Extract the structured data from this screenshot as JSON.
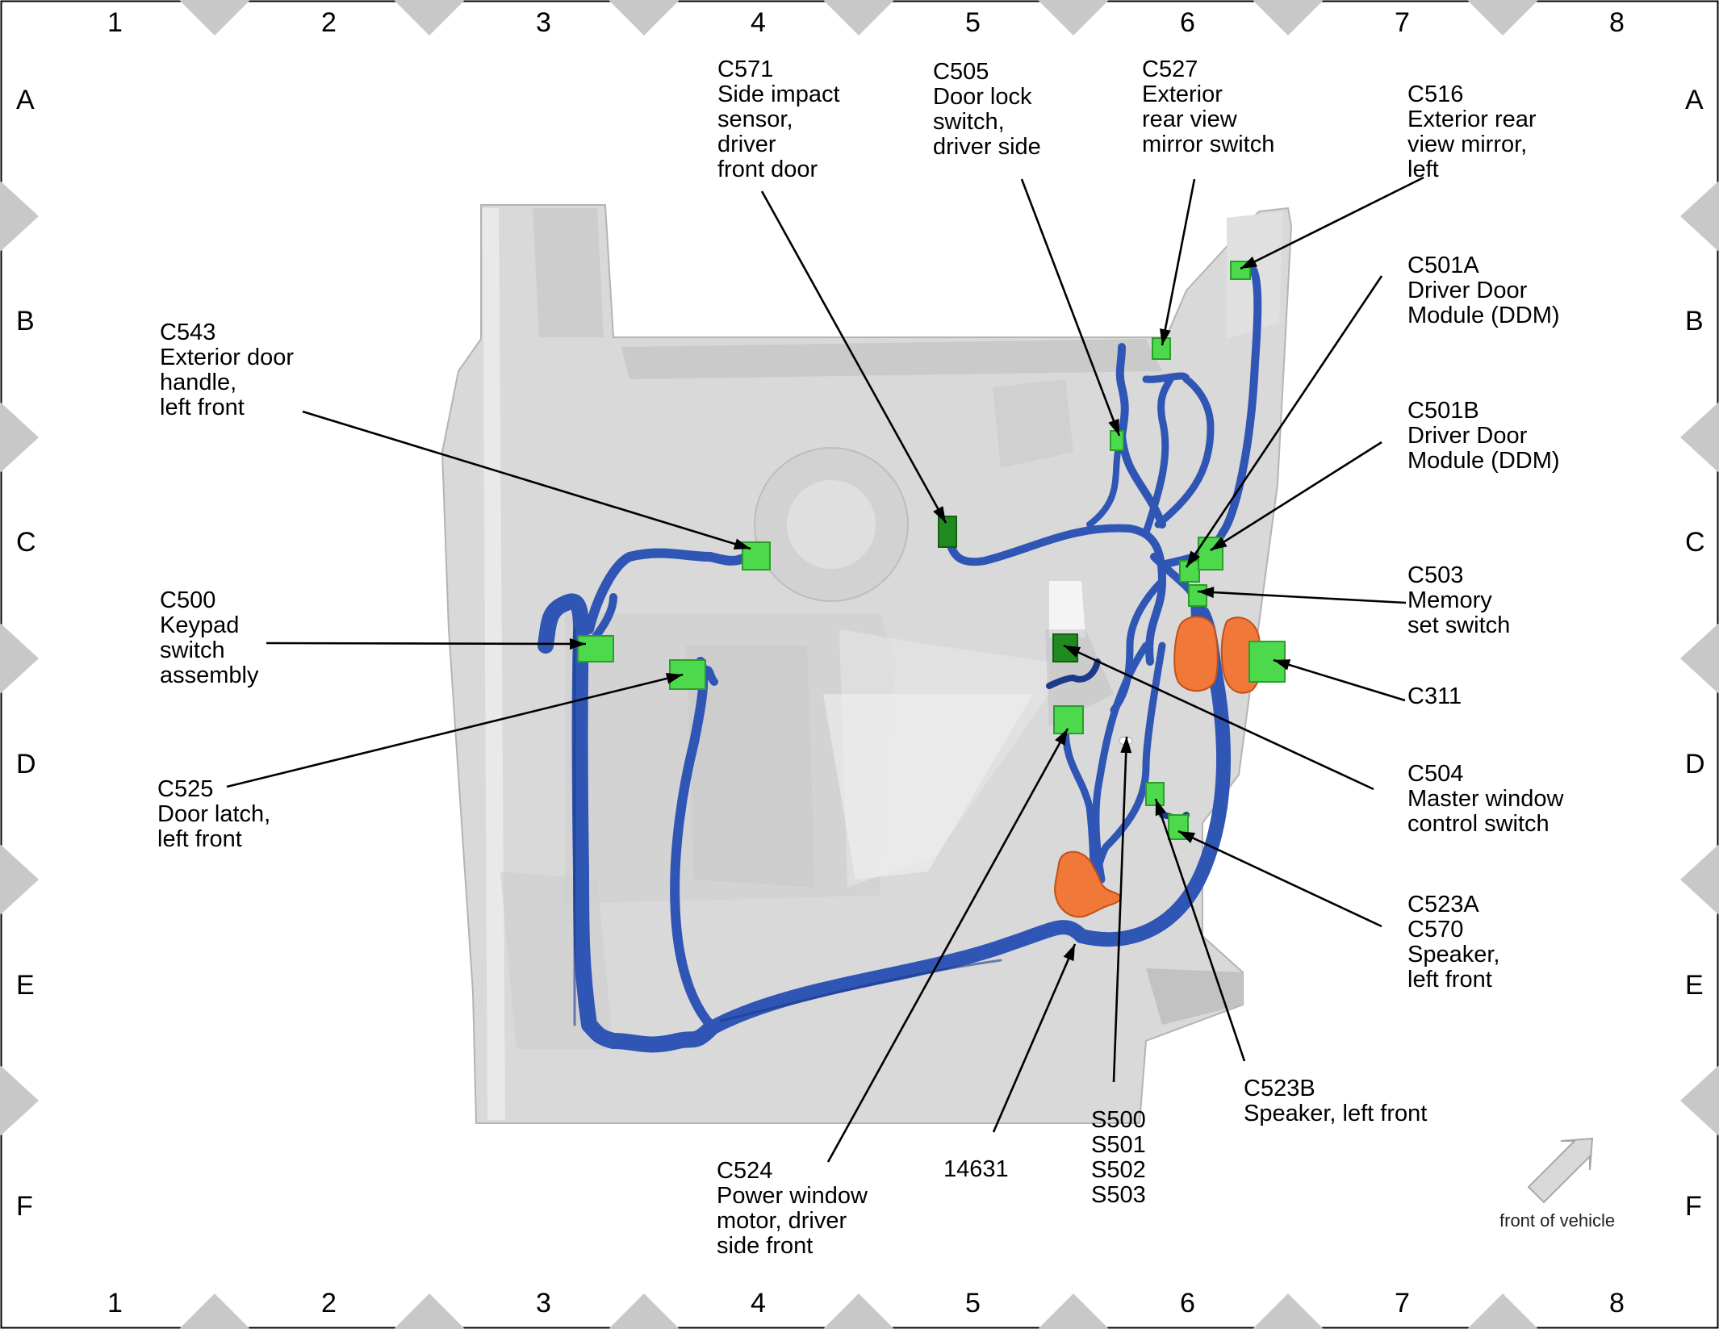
{
  "grid": {
    "columns": [
      "1",
      "2",
      "3",
      "4",
      "5",
      "6",
      "7",
      "8"
    ],
    "rows": [
      "A",
      "B",
      "C",
      "D",
      "E",
      "F"
    ]
  },
  "labels": {
    "c571": "C571\nSide impact\nsensor,\ndriver\nfront door",
    "c505": "C505\nDoor lock\nswitch,\ndriver side",
    "c527": "C527\nExterior\nrear view\nmirror switch",
    "c516": "C516\nExterior rear\nview mirror,\nleft",
    "c543": "C543\nExterior door\nhandle,\nleft front",
    "c501a": "C501A\nDriver Door\nModule (DDM)",
    "c501b": "C501B\nDriver Door\nModule (DDM)",
    "c500": "C500\nKeypad\nswitch\nassembly",
    "c503": "C503\nMemory\nset switch",
    "c311": "C311",
    "c525": "C525\nDoor latch,\nleft front",
    "c504": "C504\nMaster window\ncontrol switch",
    "c523a": "C523A\nC570\nSpeaker,\nleft front",
    "c523b": "C523B\nSpeaker, left front",
    "s500": "S500\nS501\nS502\nS503",
    "n14631": "14631",
    "c524": "C524\nPower window\nmotor, driver\nside front"
  },
  "direction_note": "front of vehicle",
  "colors": {
    "harness": "#2f55b5",
    "harness_dark": "#1c3a88",
    "connector": "#4cd94c",
    "connector_dark": "#1f8a1f",
    "grommet": "#f07838",
    "panel": "#d6d6d6",
    "frame_triangle": "#c8c8c8"
  }
}
